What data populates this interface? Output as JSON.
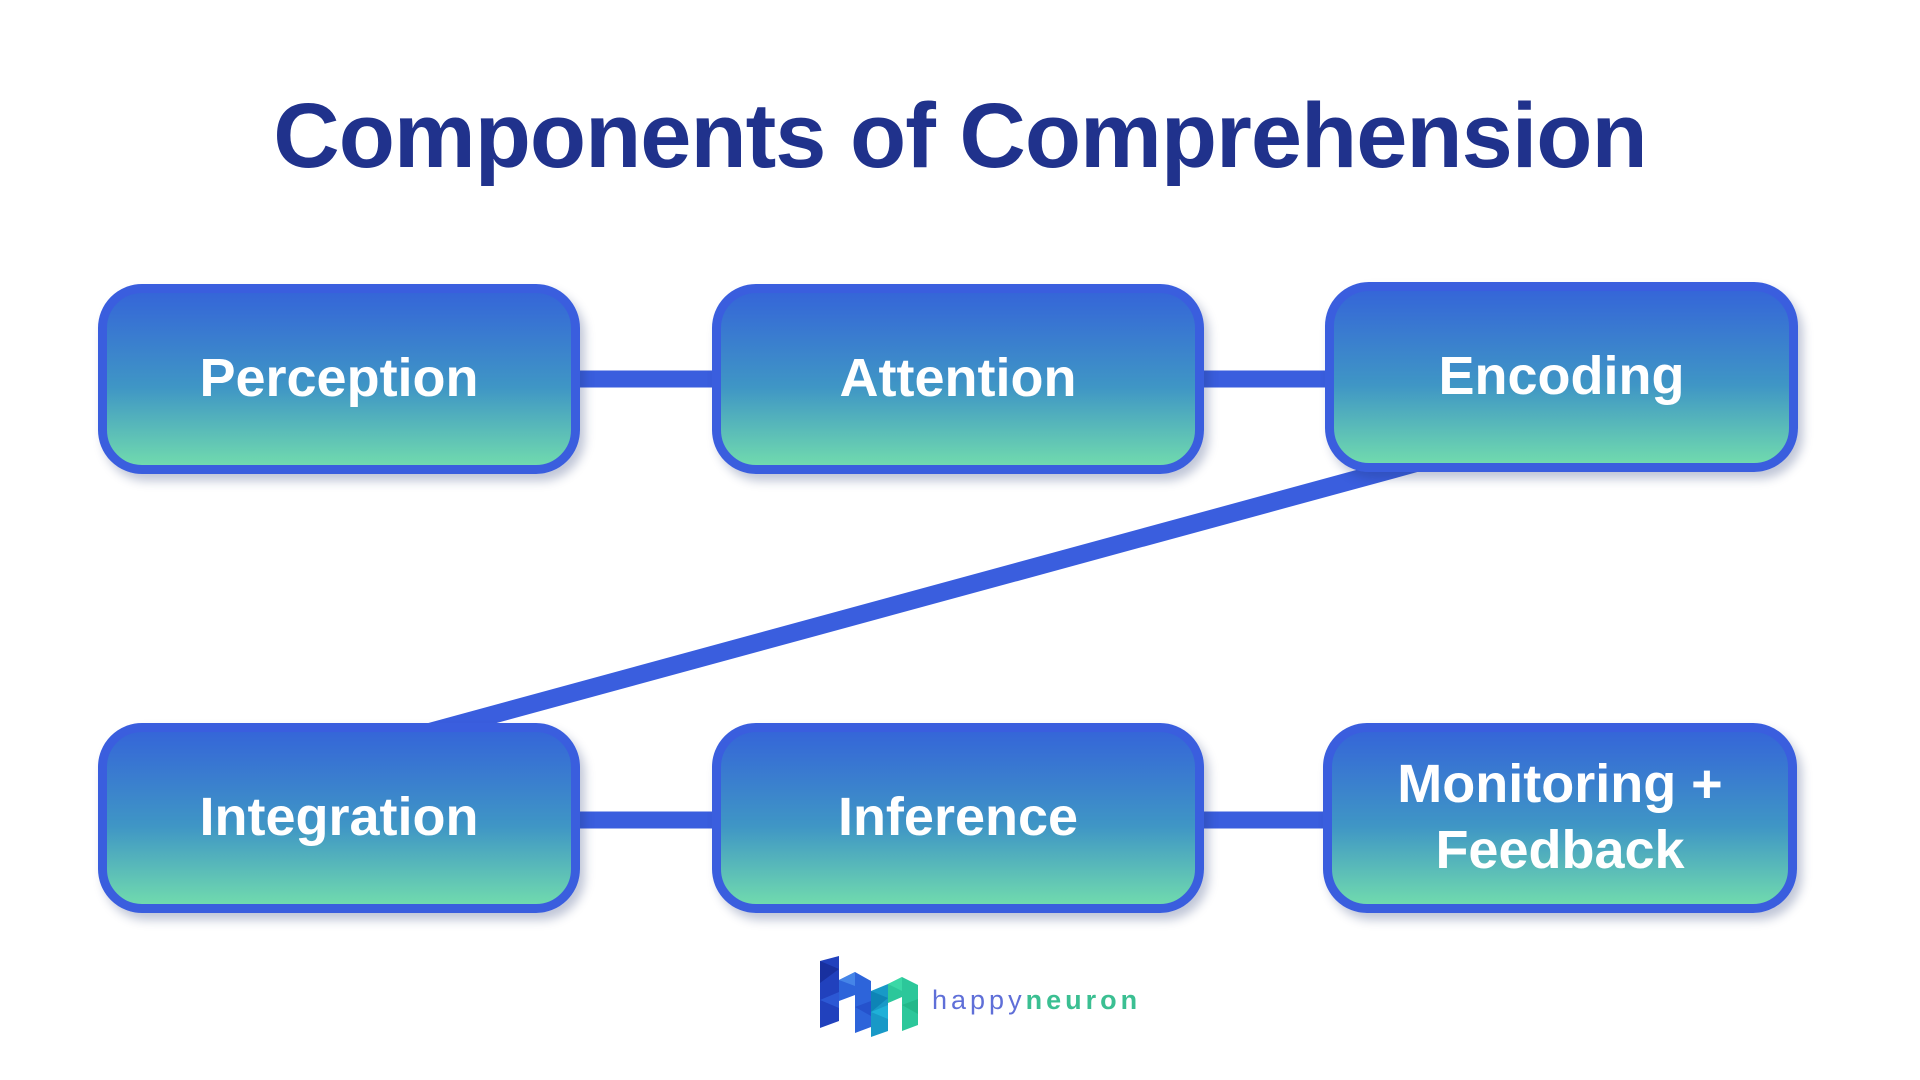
{
  "title": "Components of Comprehension",
  "diagram": {
    "nodes": [
      {
        "id": "perception",
        "label": "Perception"
      },
      {
        "id": "attention",
        "label": "Attention"
      },
      {
        "id": "encoding",
        "label": "Encoding"
      },
      {
        "id": "integration",
        "label": "Integration"
      },
      {
        "id": "inference",
        "label": "Inference"
      },
      {
        "id": "monitoring_feedback",
        "label": "Monitoring + Feedback"
      }
    ],
    "edges": [
      {
        "from": "perception",
        "to": "attention"
      },
      {
        "from": "attention",
        "to": "encoding"
      },
      {
        "from": "encoding",
        "to": "integration"
      },
      {
        "from": "integration",
        "to": "inference"
      },
      {
        "from": "inference",
        "to": "monitoring_feedback"
      }
    ]
  },
  "footer": {
    "brand_part1": "happy",
    "brand_part2": "neuron",
    "logo_mark": "happyneuron-hn-faceted-mark"
  },
  "colors": {
    "background": "#ffffff",
    "title": "#20328c",
    "box_border": "#3a5ede",
    "box_gradient_top": "#3566d8",
    "box_gradient_mid": "#3f96c5",
    "box_gradient_bottom": "#70daae",
    "connector": "#3a5ede",
    "node_text": "#ffffff",
    "brand_happy": "#5f6fd8",
    "brand_neuron": "#3bbf92"
  }
}
